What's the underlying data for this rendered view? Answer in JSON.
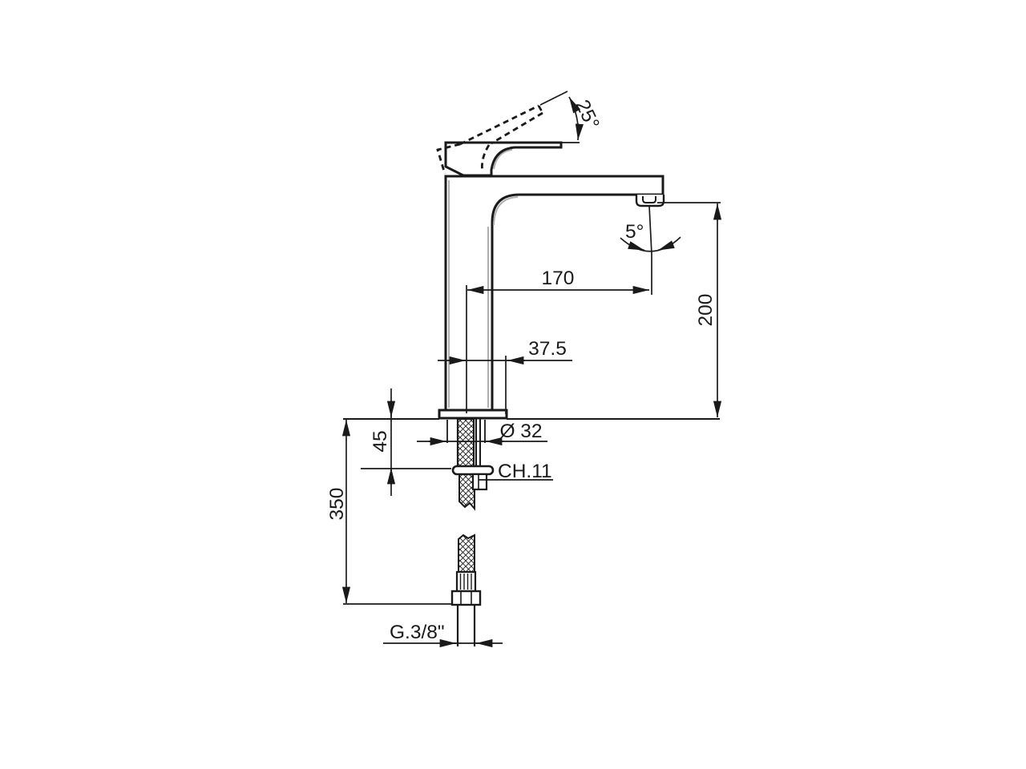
{
  "drawing": {
    "line_color": "#1a1a1a",
    "highlight_color": "#b0b0b0",
    "background_color": "#ffffff",
    "dimensions": {
      "handle_angle": "25°",
      "spout_swivel_angle": "5°",
      "spout_reach": "170",
      "outlet_height": "200",
      "axis_to_base_edge": "37.5",
      "hole_diameter": "Ø 32",
      "wrench_size": "CH.11",
      "deck_clamp_thickness": "45",
      "hose_length": "350",
      "thread_size": "G.3/8\""
    }
  }
}
